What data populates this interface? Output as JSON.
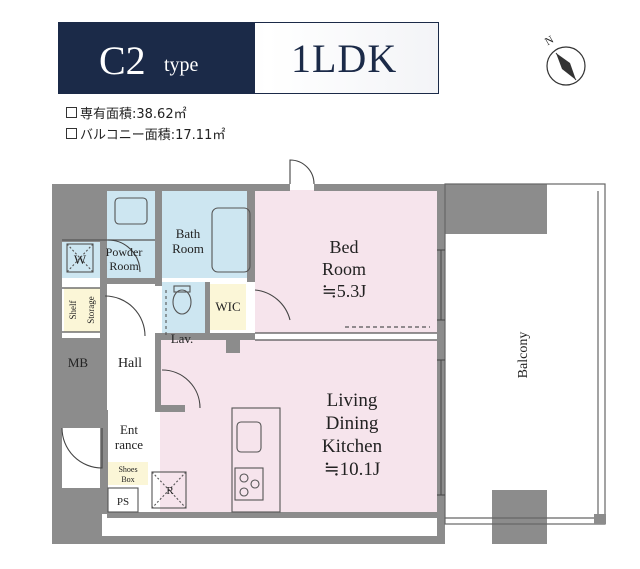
{
  "header": {
    "type_code": "C2",
    "type_word": "type",
    "layout": "1LDK",
    "colors": {
      "navy": "#1b2a48",
      "bedroom": "#f6e4ec",
      "wet_area": "#cde6f1",
      "storage": "#fbf6d7",
      "wall": "#8c8c8c"
    }
  },
  "specs": {
    "private_area": "専有面積:38.62㎡",
    "balcony_area": "バルコニー面積:17.11㎡"
  },
  "compass": {
    "label": "N",
    "icon": "compass-north-icon"
  },
  "rooms": {
    "bedroom": {
      "name_1": "Bed",
      "name_2": "Room",
      "size": "≒5.3J"
    },
    "ldk": {
      "name_1": "Living",
      "name_2": "Dining",
      "name_3": "Kitchen",
      "size": "≒10.1J"
    },
    "bath": {
      "name_1": "Bath",
      "name_2": "Room"
    },
    "powder": {
      "name_1": "Powder",
      "name_2": "Room",
      "w_mark": "W"
    },
    "lav": "Lav.",
    "wic": "WIC",
    "hall": "Hall",
    "mb": "MB",
    "entrance": {
      "name_1": "Ent",
      "name_2": "rance"
    },
    "shoes": {
      "name_1": "Shoes",
      "name_2": "Box"
    },
    "ps": "PS",
    "shelf": "Shelf",
    "storage": "Storage",
    "balcony": "Balcony",
    "refrigerator": "R"
  }
}
